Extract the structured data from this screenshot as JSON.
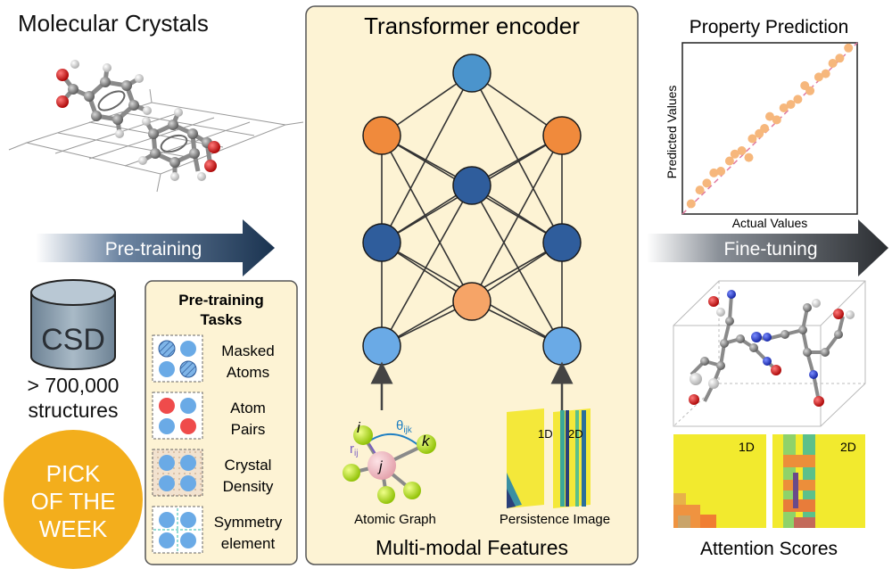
{
  "left": {
    "title": "Molecular Crystals",
    "pretraining_arrow": "Pre-training",
    "database_label": "CSD",
    "structure_count": "> 700,000",
    "structure_unit": "structures",
    "badge": {
      "line1": "PICK",
      "line2": "OF THE",
      "line3": "WEEK"
    },
    "tasks_title_1": "Pre-training",
    "tasks_title_2": "Tasks",
    "tasks": [
      {
        "line1": "Masked",
        "line2": "Atoms"
      },
      {
        "line1": "Atom",
        "line2": "Pairs"
      },
      {
        "line1": "Crystal",
        "line2": "Density"
      },
      {
        "line1": "Symmetry",
        "line2": "element"
      }
    ]
  },
  "center": {
    "title": "Transformer encoder",
    "footer": "Multi-modal Features",
    "atomic_graph_label": "Atomic Graph",
    "persistence_label": "Persistence Image",
    "img_1d": "1D",
    "img_2d": "2D",
    "sym_i": "i",
    "sym_j": "j",
    "sym_k": "k",
    "sym_r": "r",
    "sym_r_sub": "ij",
    "sym_theta": "θ",
    "sym_theta_sub": "ijk"
  },
  "right": {
    "chart_title": "Property Prediction",
    "finetune_arrow": "Fine-tuning",
    "attention_title": "Attention Scores",
    "attn_1d": "1D",
    "attn_2d": "2D"
  },
  "colors": {
    "panel_bg": "#fdf3d4",
    "node_blue_light": "#6aaae6",
    "node_blue_dark": "#2f5d9c",
    "node_blue_top": "#4b94cc",
    "node_orange": "#f08a3c",
    "node_orange_light": "#f6a467",
    "arrow_dark": "#1a3350",
    "badge": "#f3ae1c",
    "scatter_point": "#f6b77c"
  },
  "chart_data": {
    "type": "scatter",
    "title": "Property Prediction",
    "xlabel": "Actual Values",
    "ylabel": "Predicted Values",
    "xlim": [
      0,
      1
    ],
    "ylim": [
      0,
      1
    ],
    "ticks_shown": false,
    "reference_line": "y = x (dashed)",
    "points": [
      [
        0.05,
        0.06
      ],
      [
        0.1,
        0.14
      ],
      [
        0.14,
        0.18
      ],
      [
        0.18,
        0.24
      ],
      [
        0.22,
        0.25
      ],
      [
        0.27,
        0.31
      ],
      [
        0.3,
        0.35
      ],
      [
        0.34,
        0.37
      ],
      [
        0.38,
        0.33
      ],
      [
        0.4,
        0.44
      ],
      [
        0.44,
        0.47
      ],
      [
        0.47,
        0.5
      ],
      [
        0.5,
        0.57
      ],
      [
        0.54,
        0.55
      ],
      [
        0.58,
        0.62
      ],
      [
        0.62,
        0.64
      ],
      [
        0.66,
        0.67
      ],
      [
        0.7,
        0.75
      ],
      [
        0.73,
        0.72
      ],
      [
        0.78,
        0.8
      ],
      [
        0.82,
        0.82
      ],
      [
        0.86,
        0.88
      ],
      [
        0.9,
        0.91
      ],
      [
        0.95,
        0.97
      ]
    ]
  }
}
